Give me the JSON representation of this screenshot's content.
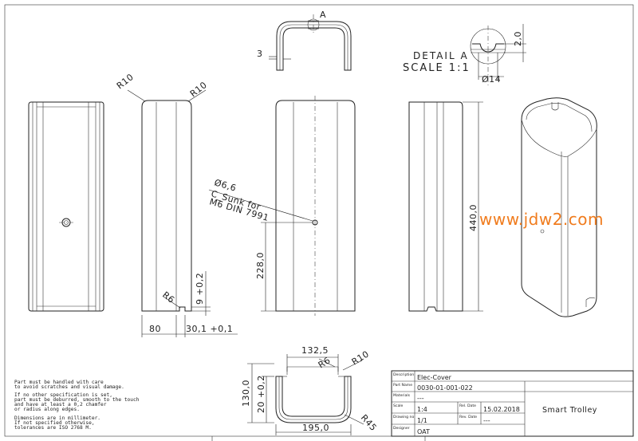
{
  "watermark": "www.jdw2.com",
  "detail": {
    "title": "DETAIL A",
    "scale": "SCALE 1:1",
    "label": "A",
    "dim_depth": "2,0",
    "dim_diameter": "Ø14"
  },
  "views": {
    "top_dim_thickness": "3",
    "radius_left": "R10",
    "radius_right": "R10",
    "dim_width": "80",
    "dim_width_tol": "30,1 +0,1",
    "dim_slot_height": "9 +0,2",
    "radius_slot": "R6",
    "dim_hole_height": "228,0",
    "dim_total_height": "440,0",
    "hole_note_1": "Ø6,6",
    "hole_note_2": "C_Sunk for",
    "hole_note_3": "M6 DIN 7991"
  },
  "bottom_view": {
    "dim_inner": "132,5",
    "dim_outer": "195,0",
    "dim_height": "130,0",
    "dim_step": "20 +0,2",
    "radius_a": "R10",
    "radius_b": "R6",
    "radius_c": "R45"
  },
  "notes": [
    "Part must be handled with care",
    "to avoid scratches and visual damage.",
    "",
    "If no other specification is set,",
    "part must be deburred, smooth to the touch",
    "and have at least a 0,2 chamfer",
    "or radius along edges.",
    "",
    "Dimensions are in millimeter.",
    "If not specified otherwise,",
    "tolerances are ISO 2768 M."
  ],
  "title_block": {
    "description_label": "Description",
    "description_value": "Elec-Cover",
    "part_name_label": "Part Name",
    "part_name_value": "0030-01-001-022",
    "materials_label": "Materials",
    "materials_value": "---",
    "scale_label": "Scale",
    "scale_value": "1:4",
    "drawing_no_label": "Drawing no",
    "drawing_no_value": "1/1",
    "designer_label": "Designer",
    "designer_value": "OAT",
    "rel_date_label": "Rel. Date",
    "rel_date_value": "15.02.2018",
    "rev_date_label": "Rev. Date",
    "rev_date_value": "---",
    "company": "Smart Trolley"
  }
}
